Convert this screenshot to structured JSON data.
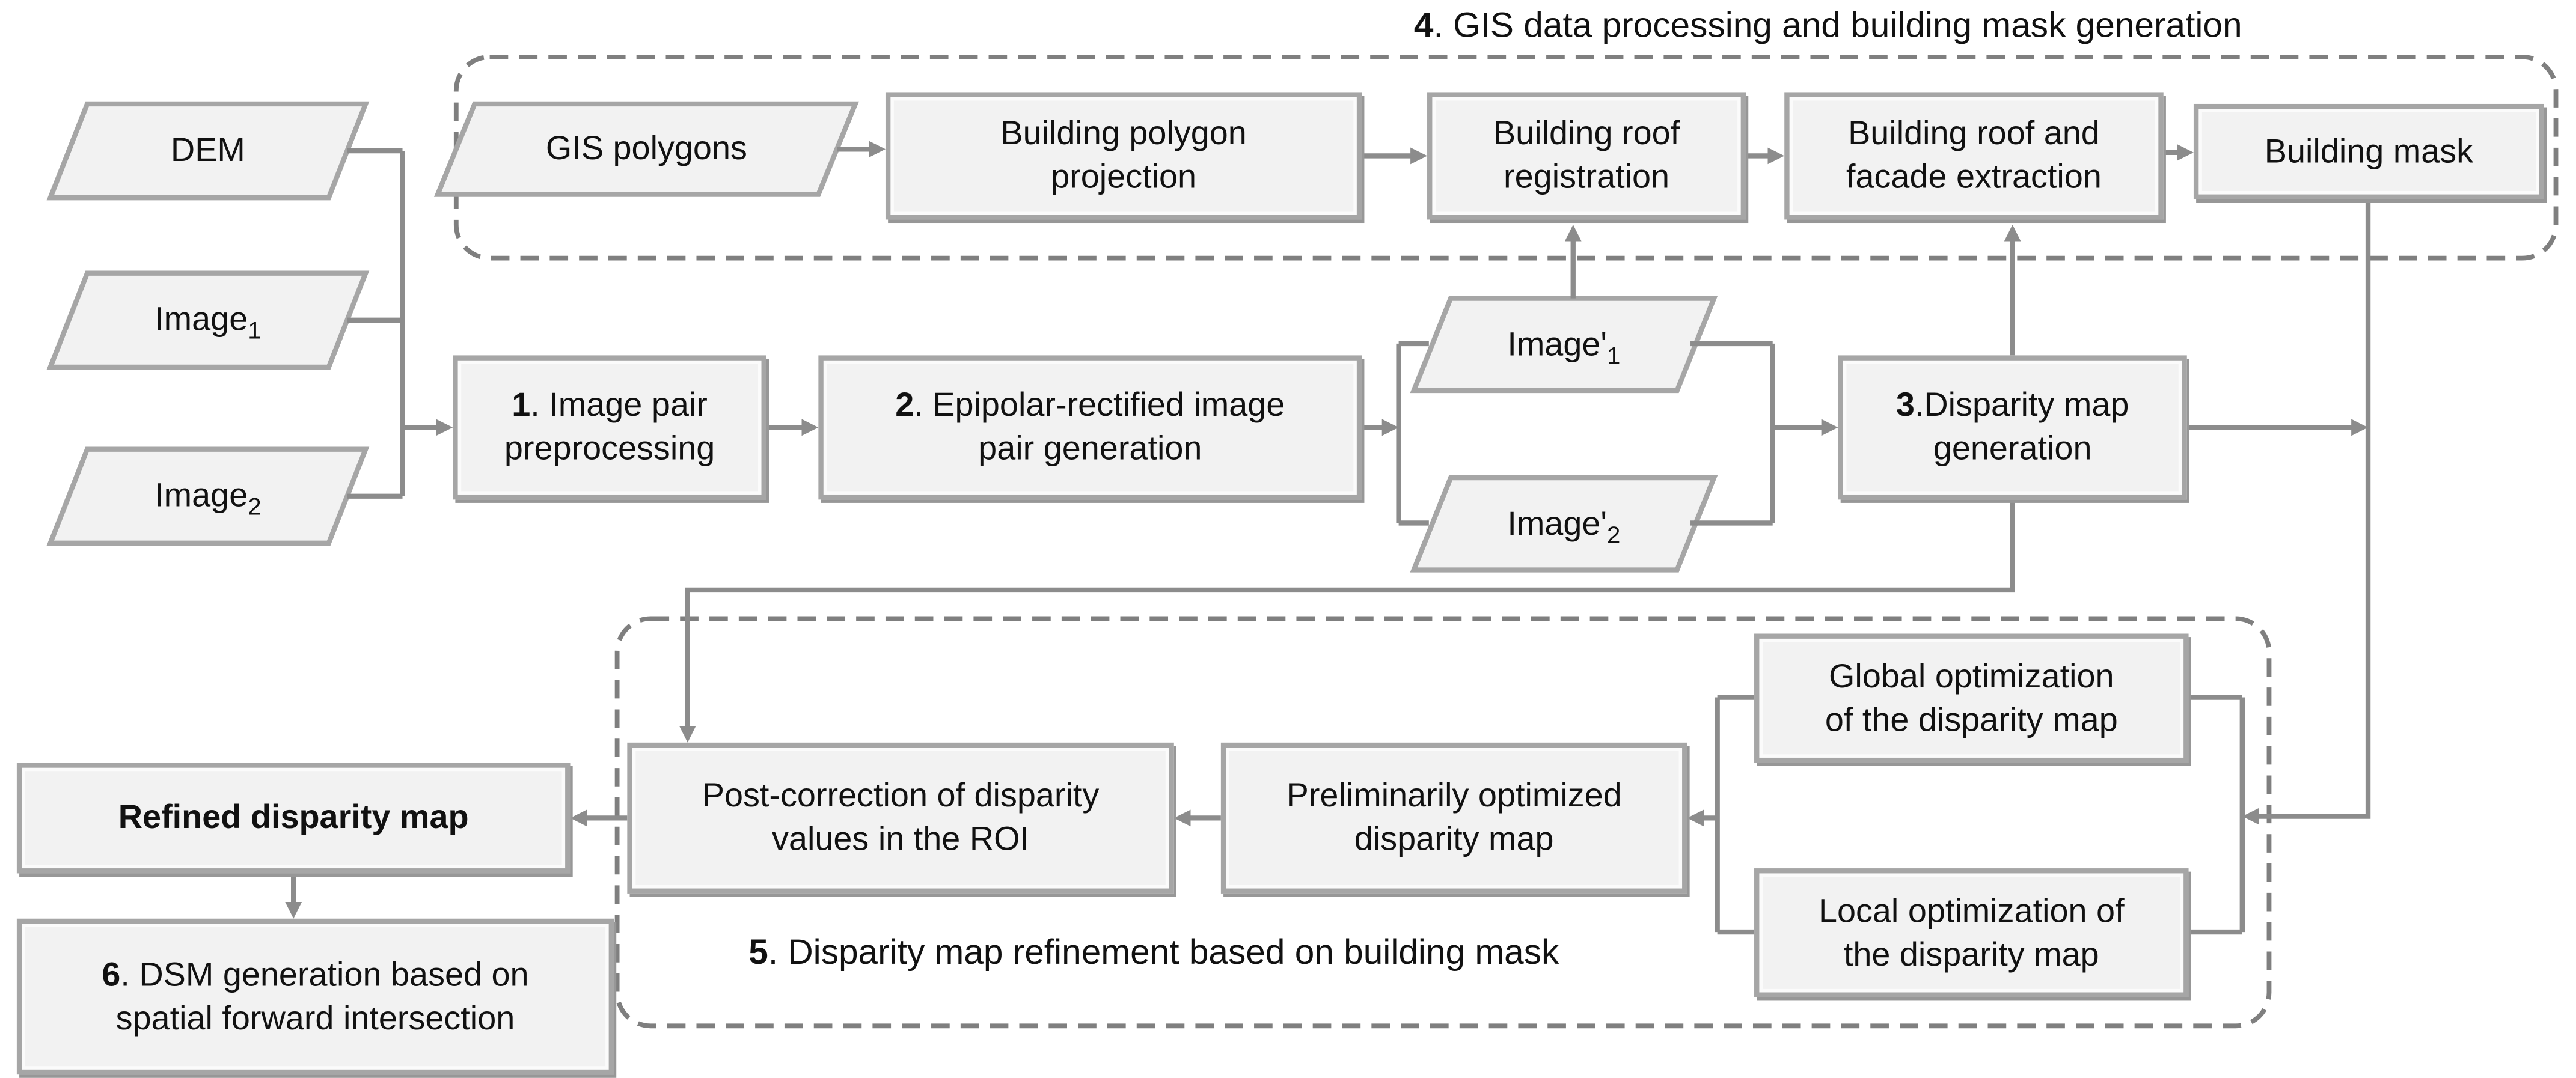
{
  "diagram": {
    "section4_title": {
      "num": "4",
      "rest": ". GIS data processing and building mask generation"
    },
    "section5_label": {
      "num": "5",
      "rest": ". Disparity map refinement based on building mask"
    },
    "nodes": {
      "dem": {
        "label": "DEM"
      },
      "image1": {
        "label": "Image",
        "sub": "1"
      },
      "image2": {
        "label": "Image",
        "sub": "2"
      },
      "gis_polygons": {
        "label": "GIS polygons"
      },
      "building_polygon_projection": {
        "line1": "Building polygon",
        "line2": "projection"
      },
      "building_roof_registration": {
        "line1": "Building roof",
        "line2": "registration"
      },
      "building_roof_and_facade_extraction": {
        "line1": "Building roof and",
        "line2": "facade extraction"
      },
      "building_mask": {
        "label": "Building mask"
      },
      "step1": {
        "num": "1",
        "rest": ". Image pair",
        "line2": "preprocessing"
      },
      "step2": {
        "num": "2",
        "rest": ". Epipolar-rectified image",
        "line2": "pair generation"
      },
      "image1_rectified": {
        "label": "Image'",
        "sub": "1"
      },
      "image2_rectified": {
        "label": "Image'",
        "sub": "2"
      },
      "step3": {
        "num": "3",
        "rest": ".Disparity map",
        "line2": "generation"
      },
      "global_optimization": {
        "line1": "Global optimization",
        "line2": "of the disparity map"
      },
      "local_optimization": {
        "line1": "Local optimization of",
        "line2": "the disparity map"
      },
      "preliminarily_optimized": {
        "line1": "Preliminarily optimized",
        "line2": "disparity map"
      },
      "post_correction": {
        "line1": "Post-correction of disparity",
        "line2": "values in the ROI"
      },
      "refined_disparity_map": {
        "label": "Refined disparity map"
      },
      "step6": {
        "num": "6",
        "rest": ". DSM generation based on",
        "line2": "spatial forward intersection"
      }
    },
    "colors": {
      "box_fill": "#f2f2f2",
      "box_border": "#a6a6a6",
      "connector": "#8c8c8c",
      "dashed_border": "#7f7f7f",
      "text": "#111111"
    }
  }
}
